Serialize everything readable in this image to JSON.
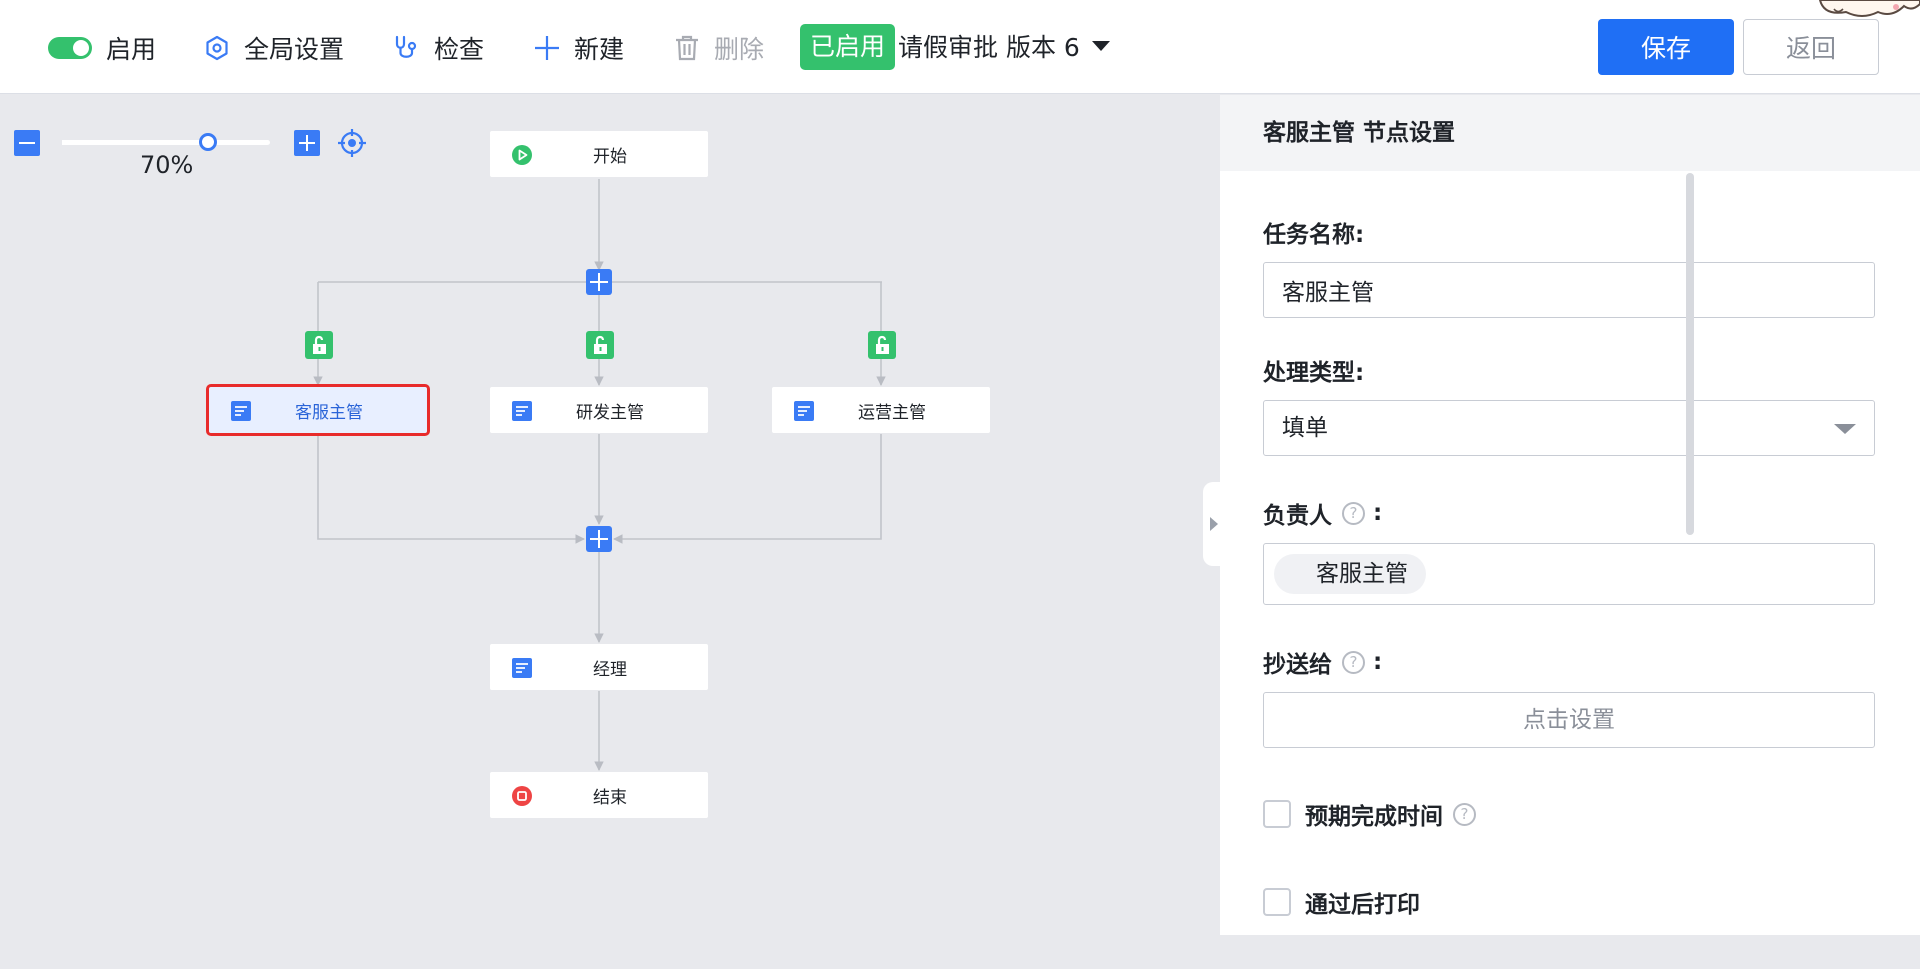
{
  "toolbar": {
    "enable_label": "启用",
    "global_settings_label": "全局设置",
    "check_label": "检查",
    "new_label": "新建",
    "delete_label": "删除",
    "status_badge": "已启用",
    "process_name": "请假审批 版本 6",
    "save_label": "保存",
    "back_label": "返回",
    "colors": {
      "accent": "#1f6ff5",
      "enabled": "#34c16d"
    }
  },
  "zoom": {
    "label": "70%",
    "value": 0.7
  },
  "flow": {
    "nodes": {
      "start": "开始",
      "cs_manager": "客服主管",
      "rd_manager": "研发主管",
      "ops_manager": "运营主管",
      "manager": "经理",
      "end": "结束"
    },
    "selected": "客服主管"
  },
  "panel": {
    "title": "客服主管 节点设置",
    "task_name_label": "任务名称:",
    "task_name_value": "客服主管",
    "type_label": "处理类型:",
    "type_value": "填单",
    "owner_label": "负责人",
    "owner_tag": "客服主管",
    "cc_label": "抄送给",
    "cc_placeholder": "点击设置",
    "expected_time_label": "预期完成时间",
    "print_after_label": "通过后打印",
    "colon": ":",
    "help_glyph": "?"
  }
}
